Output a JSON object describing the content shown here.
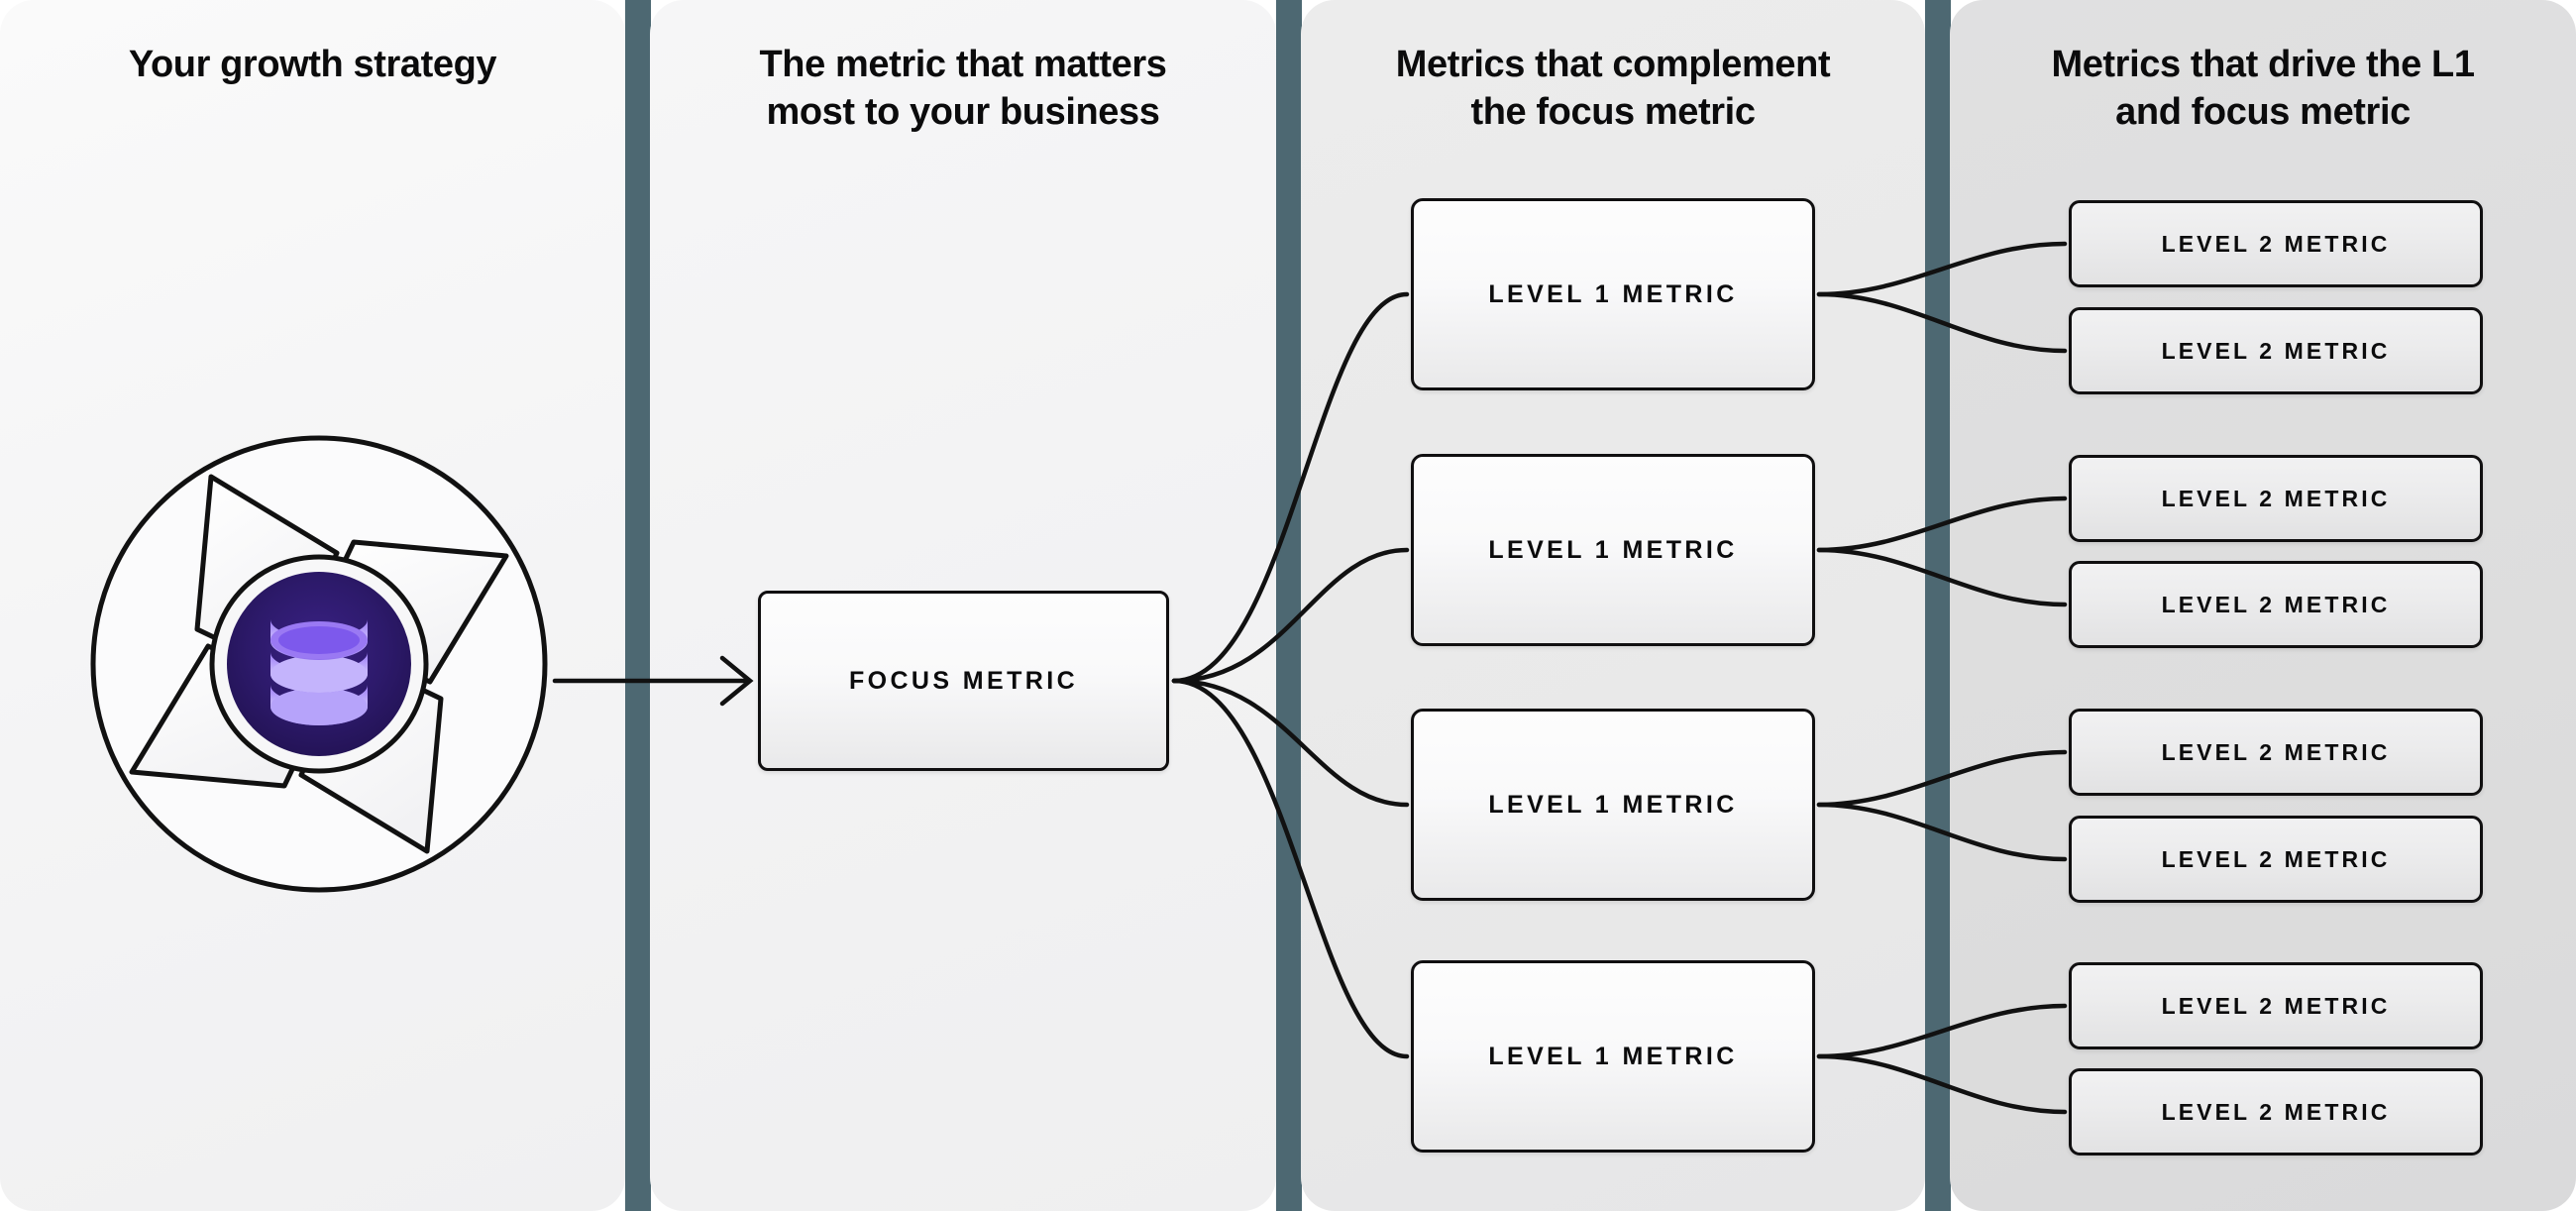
{
  "columns": [
    {
      "id": "strategy",
      "heading": "Your growth strategy"
    },
    {
      "id": "focus",
      "heading": "The metric that matters\nmost to your business"
    },
    {
      "id": "level1",
      "heading": "Metrics that complement\nthe focus metric"
    },
    {
      "id": "level2",
      "heading": "Metrics that drive the L1\nand focus metric"
    }
  ],
  "graphic": {
    "name": "pinwheel-database-emblem",
    "core_label": "database-icon",
    "blade_count": 4,
    "colors": {
      "outer_fill": "#fbfbfc",
      "blade_fill": "#ffffff",
      "stroke": "#111111",
      "core_dark": "#2b1768",
      "core_deep": "#241359",
      "disc_light": "#c9bbfb",
      "disc_mid": "#8b6cf0",
      "disc_dark": "#6d4ce0"
    }
  },
  "nodes": {
    "focus": {
      "label": "Focus metric"
    },
    "level1": [
      {
        "label": "Level 1 metric"
      },
      {
        "label": "Level 1 metric"
      },
      {
        "label": "Level 1 metric"
      },
      {
        "label": "Level 1 metric"
      }
    ],
    "level2": [
      {
        "label": "Level 2 metric"
      },
      {
        "label": "Level 2 metric"
      },
      {
        "label": "Level 2 metric"
      },
      {
        "label": "Level 2 metric"
      },
      {
        "label": "Level 2 metric"
      },
      {
        "label": "Level 2 metric"
      },
      {
        "label": "Level 2 metric"
      },
      {
        "label": "Level 2 metric"
      }
    ]
  },
  "theme": {
    "divider": "#4d6872",
    "node_border": "#100f10",
    "text": "#0b0b0c",
    "panel_1": "#f6f6f7",
    "panel_2": "#f3f3f4",
    "panel_3": "#e9e9e9",
    "panel_4": "#dddddd"
  }
}
